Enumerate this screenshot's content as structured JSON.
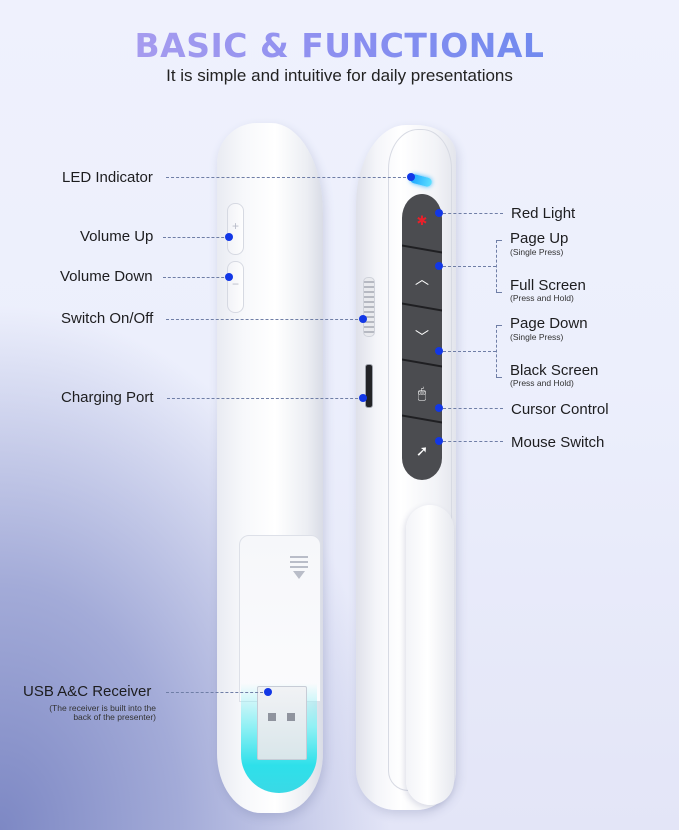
{
  "header": {
    "title": "BASIC & FUNCTIONAL",
    "subtitle": "It is simple and intuitive for daily presentations"
  },
  "colors": {
    "title_gradient_start": "#b7a4ee",
    "title_gradient_end": "#5f87ee",
    "callout_dot": "#1237e6",
    "button_pad": "#4b4c50",
    "led": "#1aa3ff",
    "usb_glow": "#2ee0ea",
    "red_light": "#e8202a"
  },
  "device_left": {
    "volume_up_symbol": "+",
    "volume_down_symbol": "−"
  },
  "device_right": {
    "buttons": [
      {
        "name": "red-light",
        "icon": "laser-icon",
        "glyph": "✱"
      },
      {
        "name": "page-up",
        "icon": "chevron-up-icon",
        "glyph": "︿"
      },
      {
        "name": "page-down",
        "icon": "chevron-down-icon",
        "glyph": "﹀"
      },
      {
        "name": "cursor-control",
        "icon": "mouse-icon",
        "glyph": "🖱"
      },
      {
        "name": "mouse-switch",
        "icon": "pointer-click-icon",
        "glyph": "➚"
      }
    ]
  },
  "callouts_left": [
    {
      "label": "LED Indicator"
    },
    {
      "label": "Volume Up"
    },
    {
      "label": "Volume Down"
    },
    {
      "label": "Switch On/Off"
    },
    {
      "label": "Charging Port"
    },
    {
      "label": "USB A&C Receiver",
      "note_line1": "(The receiver is built into the",
      "note_line2": "back of the presenter)"
    }
  ],
  "callouts_right": [
    {
      "label": "Red Light"
    },
    {
      "label": "Page Up",
      "note": "(Single Press)"
    },
    {
      "label": "Full Screen",
      "note": "(Press and Hold)"
    },
    {
      "label": "Page Down",
      "note": "(Single Press)"
    },
    {
      "label": "Black Screen",
      "note": "(Press and Hold)"
    },
    {
      "label": "Cursor Control"
    },
    {
      "label": "Mouse Switch"
    }
  ]
}
